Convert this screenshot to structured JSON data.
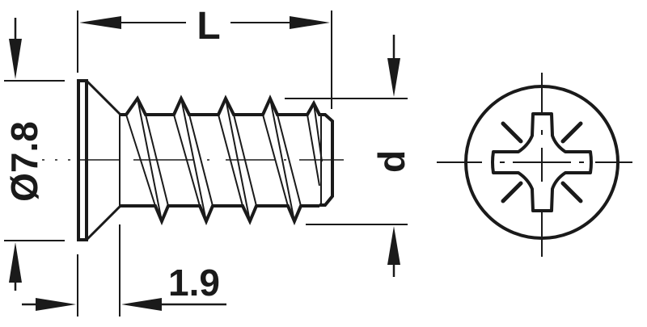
{
  "diagram": {
    "type": "technical-drawing",
    "subject": "countersunk chipboard screw with Pozidriv recess",
    "colors": {
      "line": "#1a1a1a",
      "background": "#ffffff"
    },
    "dimensions": {
      "length_label": "L",
      "head_diameter_label": "Ø7.8",
      "head_height_label": "1.9",
      "thread_diameter_label": "d"
    },
    "views": [
      {
        "name": "side-view",
        "description": "screw profile with threads"
      },
      {
        "name": "end-view",
        "description": "head with Pozidriv cross recess"
      }
    ]
  }
}
